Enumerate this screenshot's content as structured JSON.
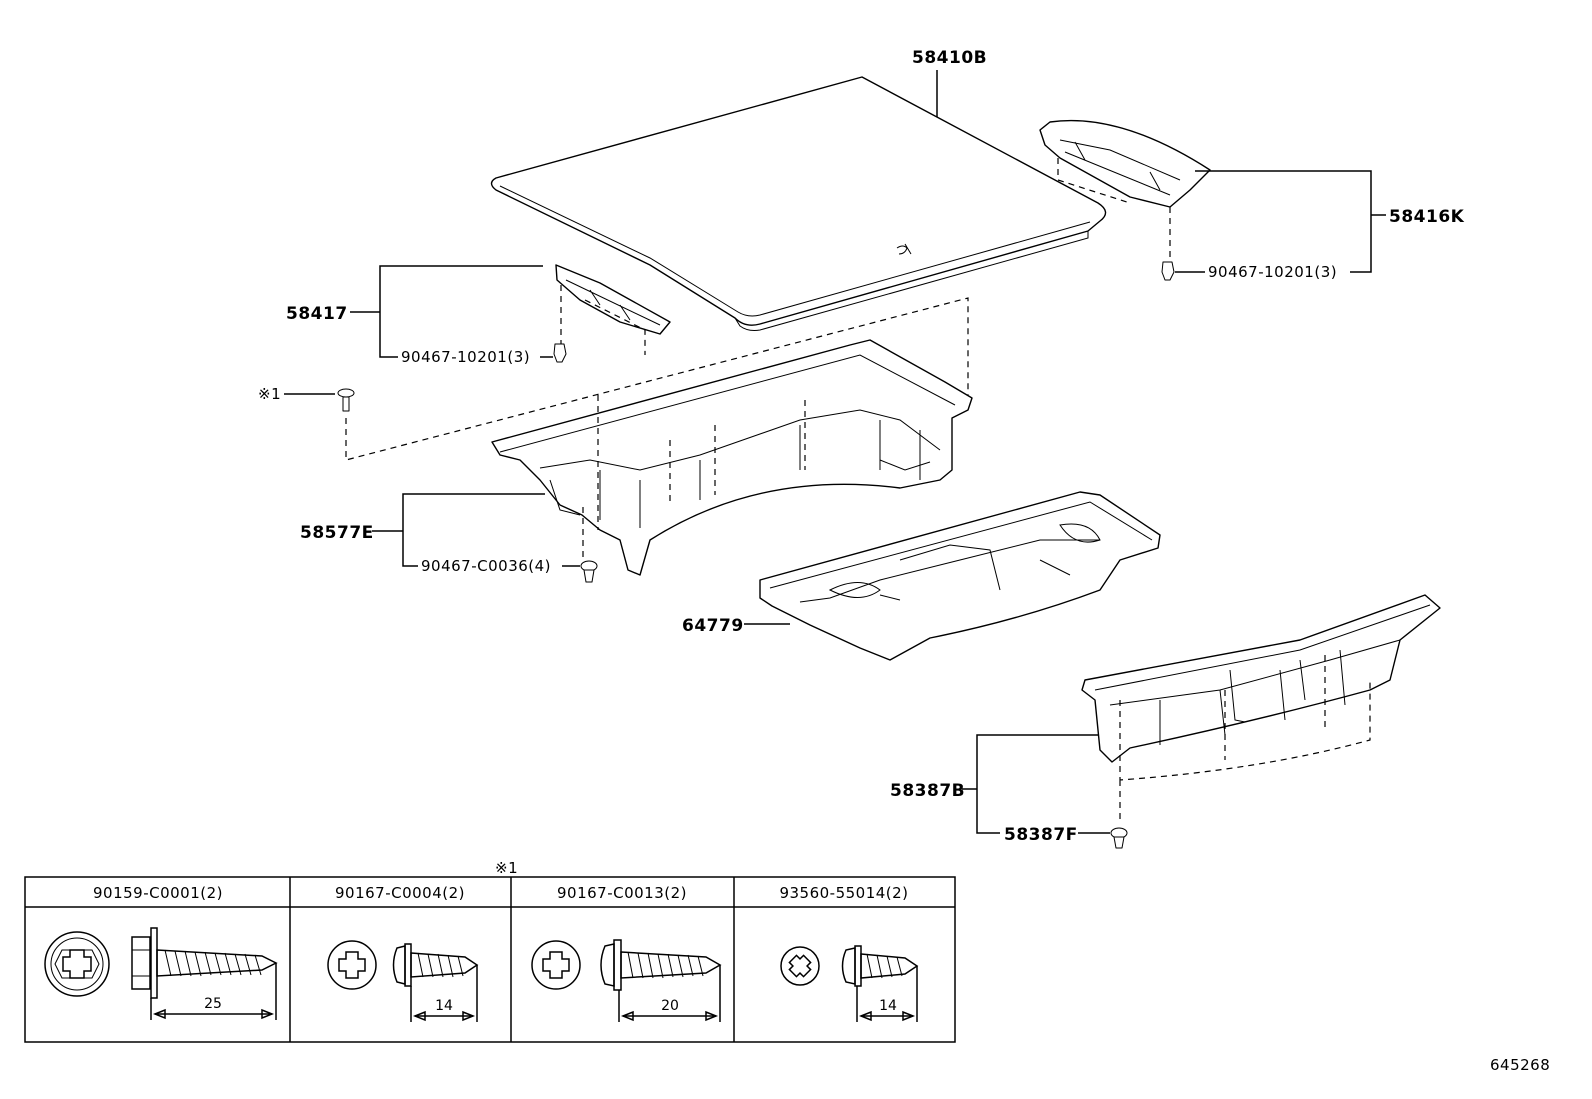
{
  "labels": {
    "p58410B": "58410B",
    "p58416K": "58416K",
    "p58416K_clip": "90467-10201(3)",
    "p58417": "58417",
    "p58417_clip": "90467-10201(3)",
    "note_ref": "※1",
    "p58577E": "58577E",
    "p58577E_clip": "90467-C0036(4)",
    "p64779": "64779",
    "p58387B": "58387B",
    "p58387F": "58387F"
  },
  "table": {
    "note": "※1",
    "columns": [
      {
        "part": "90159-C0001(2)",
        "length": "25"
      },
      {
        "part": "90167-C0004(2)",
        "length": "14"
      },
      {
        "part": "90167-C0013(2)",
        "length": "20"
      },
      {
        "part": "93560-55014(2)",
        "length": "14"
      }
    ]
  },
  "figure_id": "645268"
}
